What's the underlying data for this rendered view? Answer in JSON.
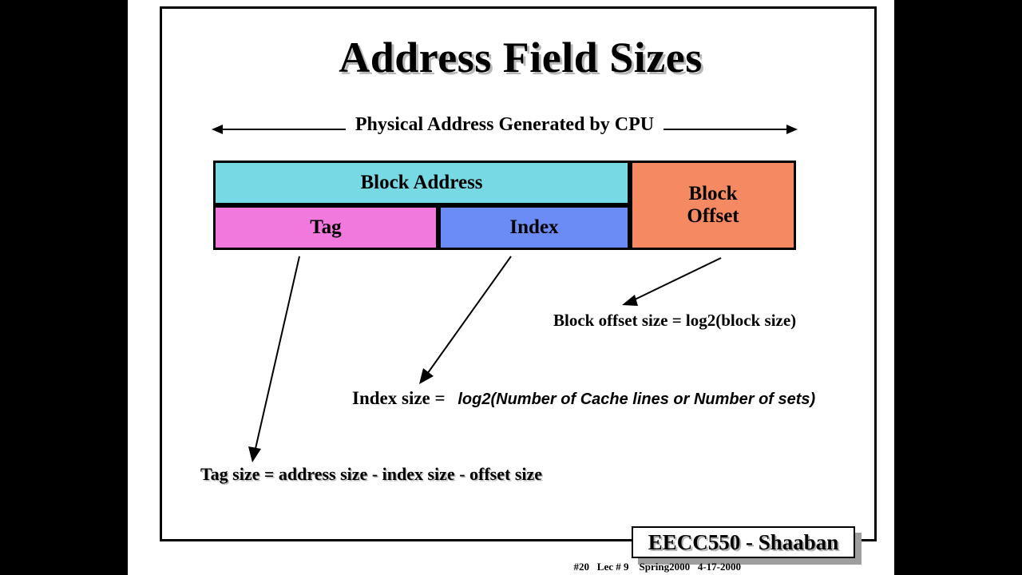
{
  "slide": {
    "title": "Address Field Sizes",
    "span_label": "Physical Address Generated by CPU",
    "fields": [
      {
        "key": "block_address",
        "label": "Block Address",
        "color": "#76D9E4"
      },
      {
        "key": "tag",
        "label": "Tag",
        "color": "#F178DC"
      },
      {
        "key": "index",
        "label": "Index",
        "color": "#6B8BF5"
      },
      {
        "key": "block_offset",
        "label": "Block\nOffset",
        "color": "#F58A62"
      }
    ],
    "annotations": {
      "block_offset_size": "Block offset size = log2(block size)",
      "index_size_label": "Index size = ",
      "index_size_expr": "log2(Number of Cache lines or Number of sets)",
      "tag_size": "Tag size = address size - index size - offset size"
    },
    "footer": {
      "badge": "EECC550 - Shaaban",
      "meta": "#20   Lec # 9    Spring2000   4-17-2000"
    }
  },
  "colors": {
    "block_address": "#76D9E4",
    "tag": "#F178DC",
    "index": "#6B8BF5",
    "block_offset": "#F58A62",
    "outline": "#000000",
    "letterbox": "#000000",
    "page": "#ffffff",
    "title_shadow": "#b8b8b8",
    "badge_shadow": "#9e9e9e"
  }
}
